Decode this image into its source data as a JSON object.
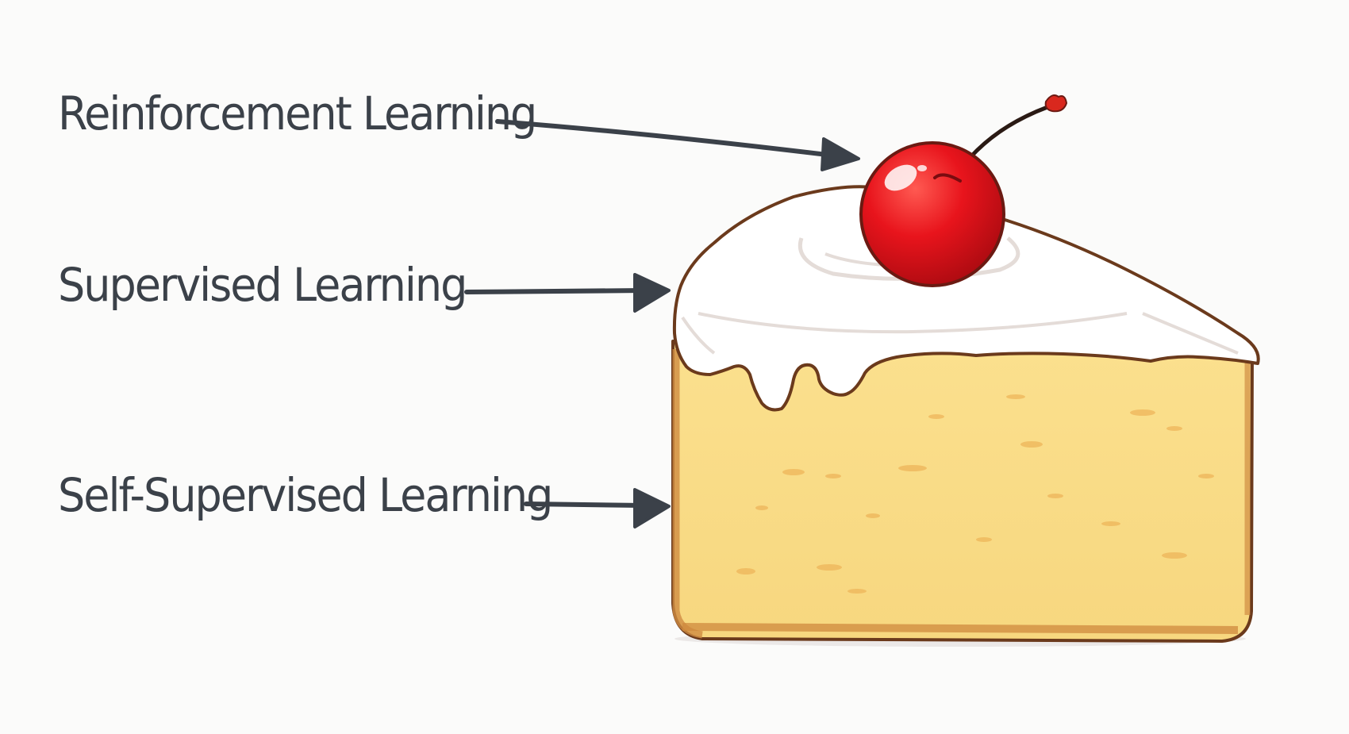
{
  "labels": {
    "reinforcement": "Reinforcement Learning",
    "supervised": "Supervised Learning",
    "self_supervised": "Self-Supervised Learning"
  },
  "colors": {
    "text": "#3b4149",
    "arrow": "#3b4149",
    "cake_sponge": "#f9dd8a",
    "cake_crust": "#c8823a",
    "cake_outline": "#6b3a1c",
    "frosting": "#ffffff",
    "frosting_shadow": "#e4dcd8",
    "cherry": "#e8141c",
    "cherry_dark": "#b80d14",
    "cherry_stem": "#2a1a14"
  }
}
